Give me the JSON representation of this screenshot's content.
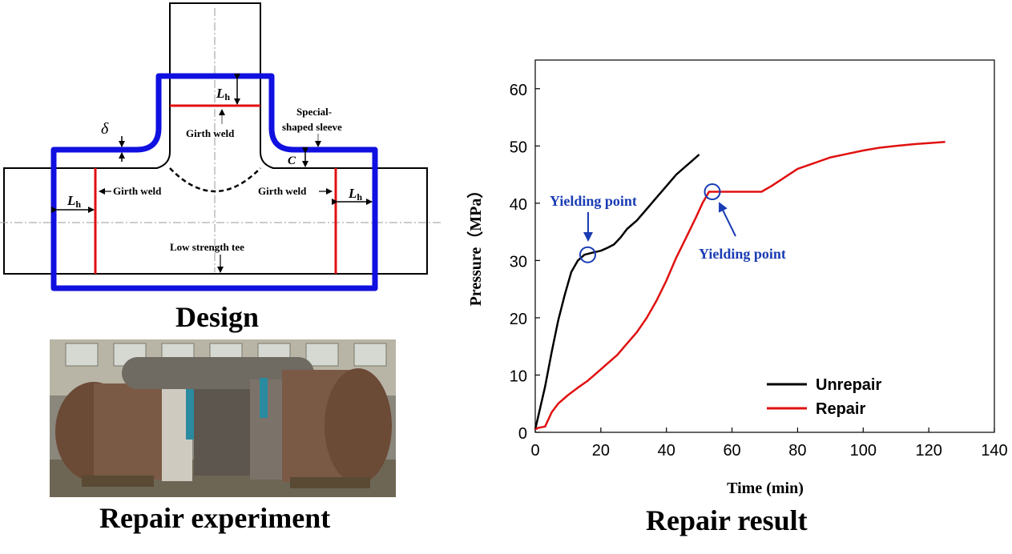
{
  "design": {
    "caption": "Design",
    "labels": {
      "delta": "δ",
      "lh_symbol": "L",
      "lh_sub": "h",
      "c_symbol": "C",
      "girth_weld_branch": "Girth weld",
      "girth_weld_left": "Girth weld",
      "girth_weld_right": "Girth weld",
      "sleeve_line1": "Special-",
      "sleeve_line2": "shaped sleeve",
      "low_strength_tee": "Low strength tee"
    },
    "colors": {
      "sleeve": "#1010e0",
      "weld": "#e01010",
      "pipe": "#000000"
    }
  },
  "experiment": {
    "caption": "Repair experiment"
  },
  "result": {
    "caption": "Repair result"
  },
  "chart_data": {
    "type": "line",
    "xlabel": "Time (min)",
    "ylabel": "Pressure（MPa）",
    "xlim": [
      0,
      140
    ],
    "ylim": [
      0,
      65
    ],
    "xticks": [
      0,
      20,
      40,
      60,
      80,
      100,
      120,
      140
    ],
    "yticks": [
      0,
      10,
      20,
      30,
      40,
      50,
      60
    ],
    "legend_position": "bottom-right",
    "series": [
      {
        "name": "Unrepair",
        "color": "#000000",
        "x": [
          0,
          1,
          3,
          5,
          7,
          9,
          11,
          13,
          15,
          17,
          20,
          22,
          24,
          26,
          28,
          31,
          34,
          37,
          40,
          43,
          46,
          48,
          50
        ],
        "y": [
          0.5,
          3,
          8,
          14,
          19.5,
          24,
          28,
          30,
          31,
          31.3,
          31.7,
          32.2,
          32.8,
          34,
          35.5,
          37,
          39,
          41,
          43,
          45,
          46.5,
          47.5,
          48.5
        ]
      },
      {
        "name": "Repair",
        "color": "#e01010",
        "x": [
          0,
          1,
          3,
          5,
          7,
          10,
          13,
          16,
          19,
          22,
          25,
          28,
          31,
          34,
          37,
          40,
          43,
          46,
          49,
          51,
          53,
          55,
          58,
          62,
          66,
          69,
          72,
          76,
          80,
          85,
          90,
          95,
          100,
          105,
          110,
          115,
          120,
          125
        ],
        "y": [
          0.5,
          0.8,
          1,
          3.5,
          5,
          6.5,
          7.8,
          9,
          10.5,
          12,
          13.5,
          15.5,
          17.5,
          20,
          23,
          26.5,
          30.5,
          34,
          37.5,
          40,
          42,
          42,
          42,
          42,
          42,
          42,
          43,
          44.5,
          46,
          47,
          48,
          48.6,
          49.2,
          49.7,
          50,
          50.3,
          50.5,
          50.7
        ]
      }
    ],
    "annotations": [
      {
        "text": "Yielding point",
        "series": "Unrepair",
        "x": 16,
        "y": 31
      },
      {
        "text": "Yielding point",
        "series": "Repair",
        "x": 54,
        "y": 42
      }
    ]
  }
}
